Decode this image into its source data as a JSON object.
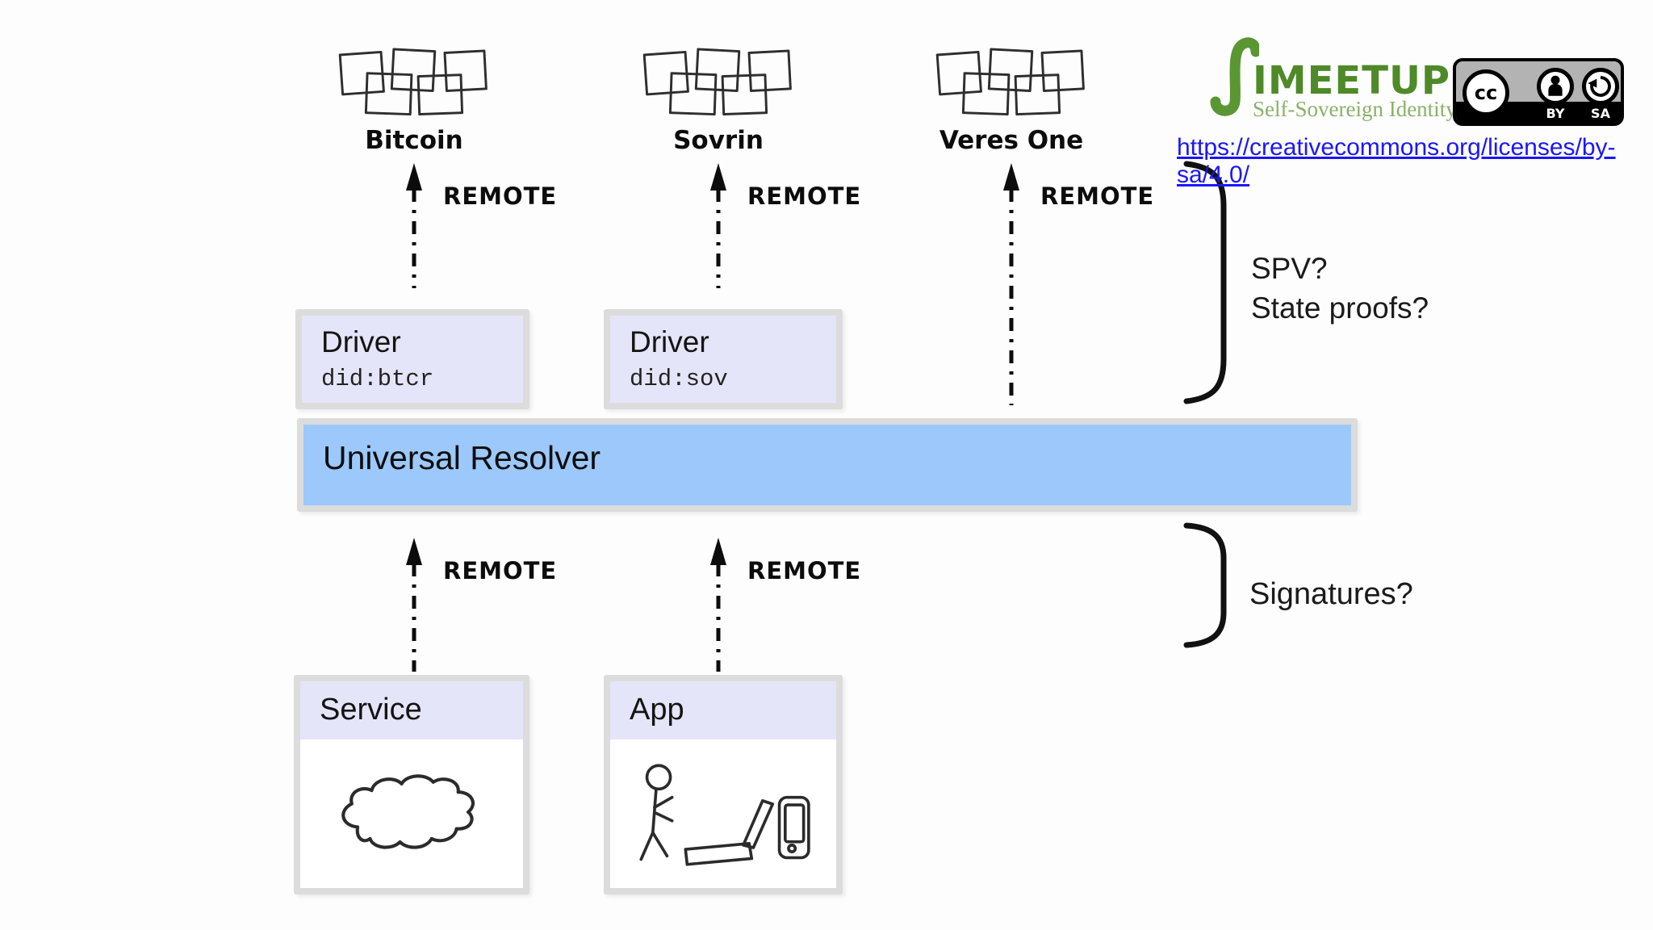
{
  "ledgers": [
    {
      "label": "Bitcoin"
    },
    {
      "label": "Sovrin"
    },
    {
      "label": "Veres One"
    }
  ],
  "arrows": {
    "top": [
      {
        "label": "REMOTE"
      },
      {
        "label": "REMOTE"
      },
      {
        "label": "REMOTE"
      }
    ],
    "bottom": [
      {
        "label": "REMOTE"
      },
      {
        "label": "REMOTE"
      }
    ]
  },
  "drivers": [
    {
      "title": "Driver",
      "method": "did:btcr"
    },
    {
      "title": "Driver",
      "method": "did:sov"
    }
  ],
  "resolver": {
    "label": "Universal Resolver"
  },
  "clients": [
    {
      "title": "Service"
    },
    {
      "title": "App"
    }
  ],
  "annotations": {
    "ledger_question_line1": "SPV?",
    "ledger_question_line2": "State proofs?",
    "client_question": "Signatures?"
  },
  "branding": {
    "wordmark": "IMEETUP",
    "tagline": "Self-Sovereign Identity",
    "license_url": "https://creativecommons.org/licenses/by-sa/4.0/",
    "badge": {
      "cc": "cc",
      "by": "BY",
      "sa": "SA"
    }
  },
  "colors": {
    "resolver_fill": "#9cc8fb",
    "panel_fill": "#e5e5f9",
    "panel_border": "#dcdcdc",
    "logo_green": "#4e8a28",
    "link_blue": "#1a16ff"
  }
}
